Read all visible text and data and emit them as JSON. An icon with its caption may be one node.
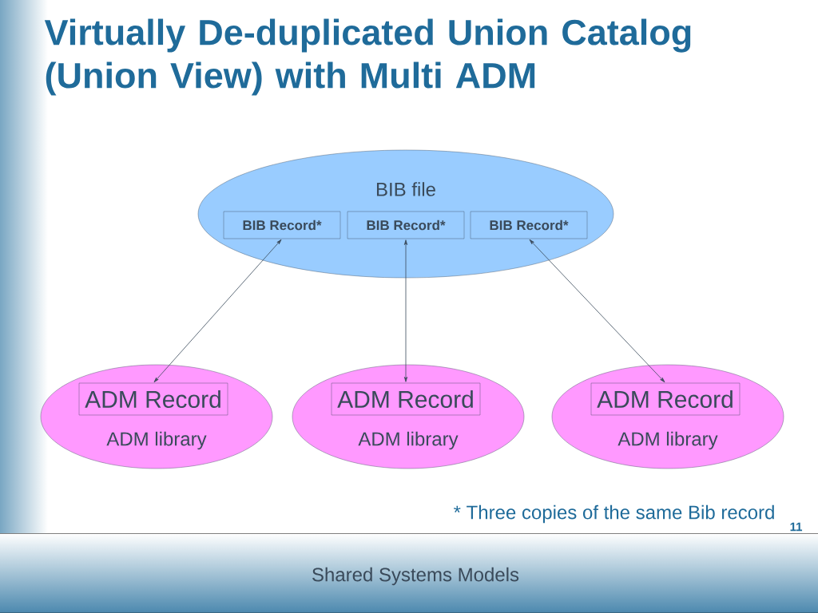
{
  "diagram": {
    "title": "Virtually De-duplicated Union Catalog (Union View) with Multi ADM",
    "nodes": [
      {
        "text": [
          "BIB file"
        ]
      },
      {
        "text": [
          "BIB Record*"
        ],
        "in": 0
      },
      {
        "text": [
          "BIB Record*"
        ],
        "in": 0
      },
      {
        "text": [
          "BIB Record*"
        ],
        "in": 0
      },
      {
        "text": [
          "ADM library"
        ]
      },
      {
        "text": [
          "ADM Record"
        ],
        "in": 4
      },
      {
        "text": [
          "ADM library"
        ]
      },
      {
        "text": [
          "ADM Record"
        ],
        "in": 6
      },
      {
        "text": [
          "ADM library"
        ]
      },
      {
        "text": [
          "ADM Record"
        ],
        "in": 8
      }
    ],
    "edges": [
      {
        "from": 1,
        "to": 5,
        "arrow": "both"
      },
      {
        "from": 2,
        "to": 7,
        "arrow": "both"
      },
      {
        "from": 3,
        "to": 9,
        "arrow": "both"
      }
    ],
    "labels": [
      "* Three copies of the same Bib record",
      "11",
      "Shared Systems Models"
    ]
  }
}
